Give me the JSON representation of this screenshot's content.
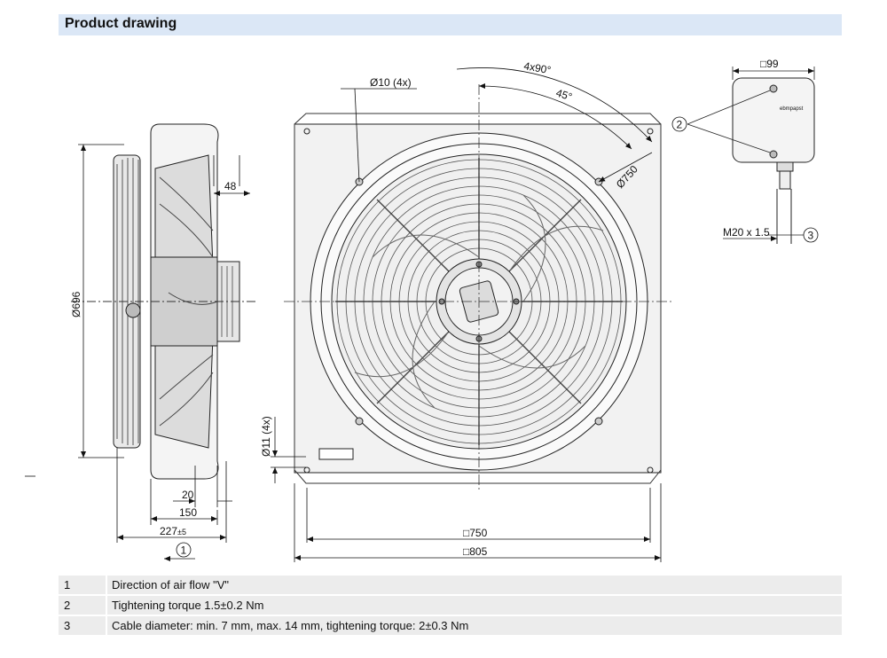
{
  "header": {
    "title": "Product drawing"
  },
  "dimensions": {
    "side_width": "48",
    "side_diameter": "Ø696",
    "side_20": "20",
    "side_150": "150",
    "side_227": "227",
    "side_227_tol": "±5",
    "hole_dia": "Ø10 (4x)",
    "angle_4x90": "4x90°",
    "angle_45": "45°",
    "pitch_dia": "Ø750",
    "slot_dia": "Ø11 (4x)",
    "square_750": "□750",
    "square_805": "□805",
    "box_99": "□99",
    "thread": "M20 x 1.5"
  },
  "callouts": {
    "c1": "1",
    "c2": "2",
    "c3": "3"
  },
  "brand_text": "ebmpapst",
  "legend": [
    {
      "num": "1",
      "text": "Direction of air flow \"V\""
    },
    {
      "num": "2",
      "text": "Tightening torque 1.5±0.2 Nm"
    },
    {
      "num": "3",
      "text": "Cable diameter: min. 7 mm, max. 14 mm, tightening torque: 2±0.3 Nm"
    }
  ]
}
